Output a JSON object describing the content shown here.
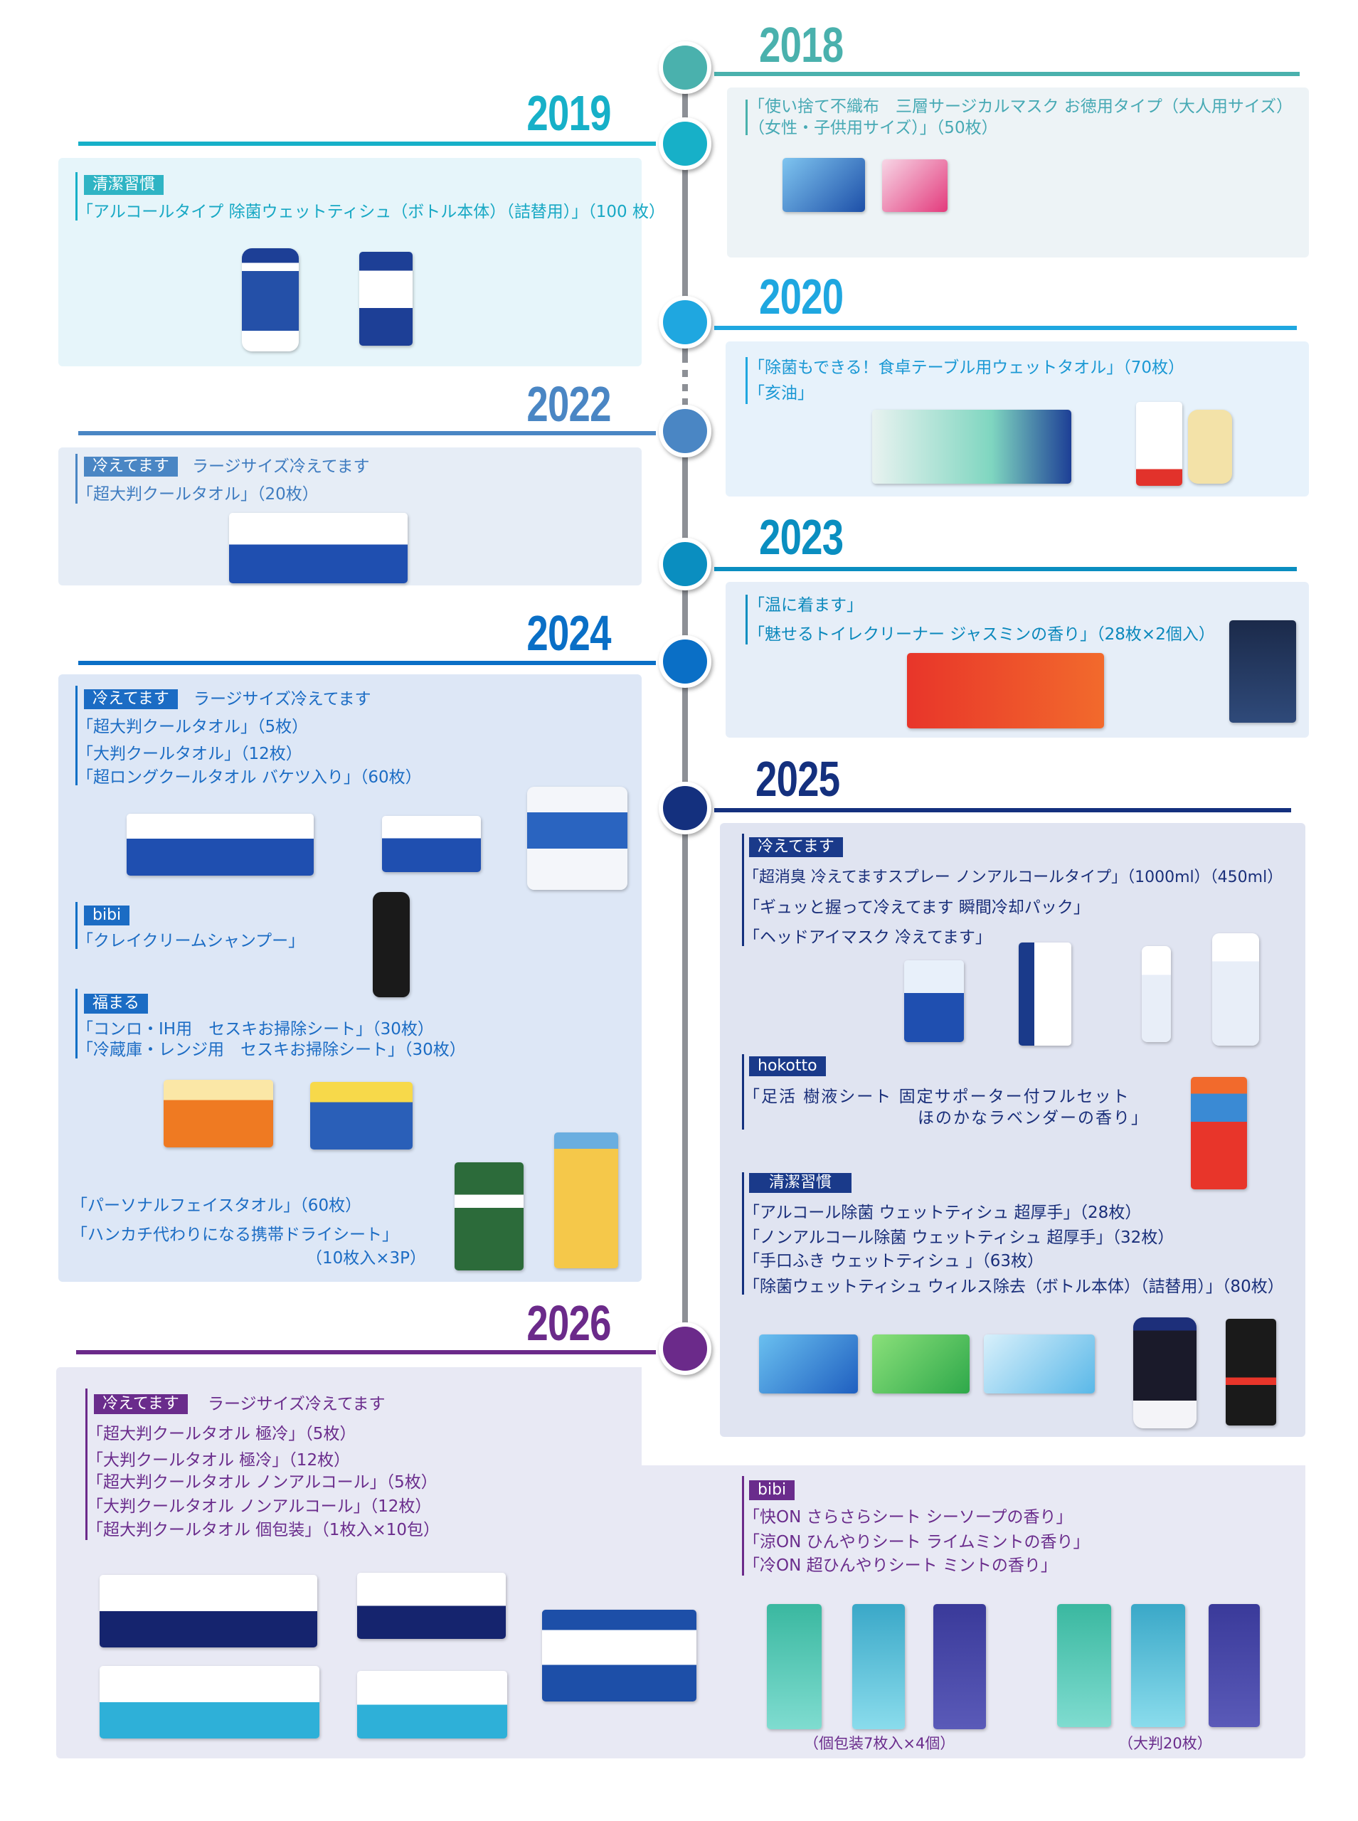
{
  "timeline": [
    {
      "year": "2018",
      "color": "#4ab1ad",
      "items": [
        "「使い捨て不織布　三層サージカルマスク お徳用タイプ（大人用サイズ）",
        "（女性・子供用サイズ）」（50枚）"
      ]
    },
    {
      "year": "2019",
      "color": "#17b0c8",
      "tag": "清潔習慣",
      "items": [
        "「アルコールタイプ 除菌ウェットティシュ（ボトル本体）（詰替用）」（100 枚）"
      ]
    },
    {
      "year": "2020",
      "color": "#1fa7e0",
      "items": [
        "「除菌もできる！食卓テーブル用ウェットタオル」（70枚）",
        "「亥油」"
      ]
    },
    {
      "year": "2022",
      "color": "#4a86c4",
      "tag": "冷えてます",
      "tag_sub": "ラージサイズ冷えてます",
      "items": [
        "「超大判クールタオル」（20枚）"
      ]
    },
    {
      "year": "2023",
      "color": "#0a8ec0",
      "items": [
        "「温に着ます」",
        "「魅せるトイレクリーナー ジャスミンの香り」（28枚×2個入）"
      ]
    },
    {
      "year": "2024",
      "color": "#0a6fc6",
      "groups": [
        {
          "tag": "冷えてます",
          "tag_sub": "ラージサイズ冷えてます",
          "items": [
            "「超大判クールタオル」（5枚）",
            "「大判クールタオル」（12枚）",
            "「超ロングクールタオル バケツ入り」（60枚）"
          ]
        },
        {
          "tag": "bibi",
          "items": [
            "「クレイクリームシャンプー」"
          ]
        },
        {
          "tag": "福まる",
          "items": [
            "「コンロ・IH用　セスキお掃除シート」（30枚）",
            "「冷蔵庫・レンジ用　セスキお掃除シート」（30枚）"
          ]
        },
        {
          "items": [
            "「パーソナルフェイスタオル」（60枚）",
            "「ハンカチ代わりになる携帯ドライシート」",
            "（10枚入×3P）"
          ]
        }
      ]
    },
    {
      "year": "2025",
      "color": "#14307e",
      "groups": [
        {
          "tag": "冷えてます",
          "items": [
            "「超消臭 冷えてますスプレー ノンアルコールタイプ」（1000ml）（450ml）",
            "「ギュッと握って冷えてます 瞬間冷却パック」",
            "「ヘッドアイマスク 冷えてます」"
          ]
        },
        {
          "tag": "hokotto",
          "items": [
            "「足活 樹液シート 固定サポーター付フルセット",
            "ほのかなラベンダーの香り」"
          ]
        },
        {
          "tag": "清潔習慣",
          "items": [
            "「アルコール除菌 ウェットティシュ 超厚手」（28枚）",
            "「ノンアルコール除菌 ウェットティシュ 超厚手」（32枚）",
            "「手口ふき ウェットティシュ 」（63枚）",
            "「除菌ウェットティシュ ウィルス除去（ボトル本体）（詰替用）」（80枚）"
          ]
        }
      ]
    },
    {
      "year": "2026",
      "color": "#6b2a8a",
      "groups": [
        {
          "tag": "冷えてます",
          "tag_sub": "ラージサイズ冷えてます",
          "items": [
            "「超大判クールタオル 極冷」（5枚）",
            "「大判クールタオル 極冷」（12枚）",
            "「超大判クールタオル ノンアルコール」（5枚）",
            "「大判クールタオル ノンアルコール」（12枚）",
            "「超大判クールタオル 個包装」（1枚入×10包）"
          ]
        },
        {
          "tag": "bibi",
          "items": [
            "「快ON さらさらシート シーソープの香り」",
            "「涼ON ひんやりシート ライムミントの香り」",
            "「冷ON 超ひんやりシート ミントの香り」"
          ],
          "captions": [
            "（個包装7枚入×4個）",
            "（大判20枚）"
          ]
        }
      ]
    }
  ]
}
